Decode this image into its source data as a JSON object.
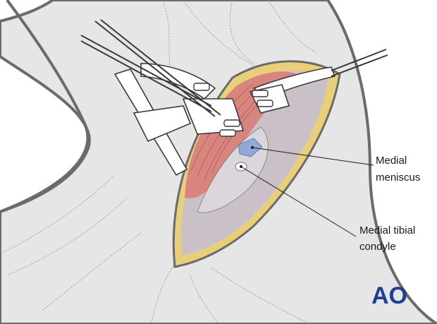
{
  "labels": {
    "medial_meniscus_line1": "Medial",
    "medial_meniscus_line2": "meniscus",
    "medial_tibial_condyle_line1": "Medial tibial",
    "medial_tibial_condyle_line2": "condyle"
  },
  "logo": {
    "text": "AO"
  },
  "colors": {
    "skin": "#e6e6e6",
    "skin_outline": "#6b6b6b",
    "muscle": "#d9857f",
    "fat": "#e9cf7a",
    "tissue": "#c9c0c8",
    "meniscus": "#8fa9d8",
    "logo": "#1d3f8f"
  }
}
